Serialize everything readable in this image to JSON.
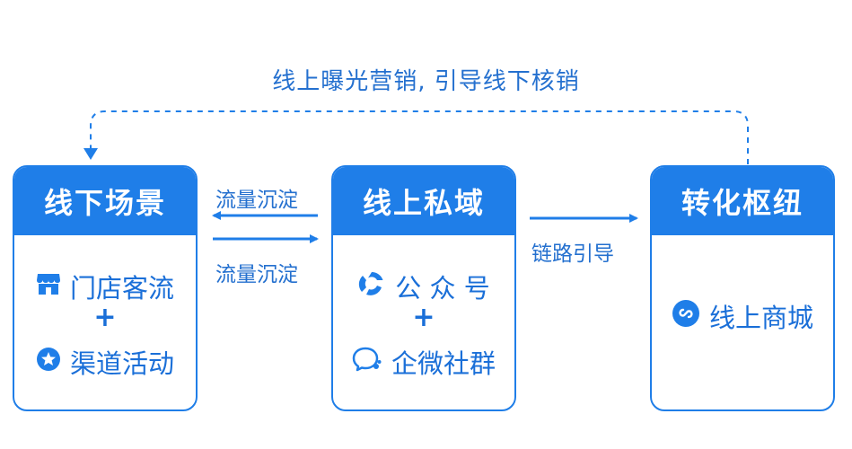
{
  "top_caption": "线上曝光营销, 引导线下核销",
  "flow_labels": {
    "left_to_mid_top": "流量沉淀",
    "left_to_mid_bottom": "流量沉淀",
    "mid_to_right": "链路引导"
  },
  "cards": {
    "offline": {
      "title": "线下场景",
      "items": [
        "门店客流",
        "渠道活动"
      ],
      "plus": "+",
      "icons": [
        "store-icon",
        "star-icon"
      ]
    },
    "private": {
      "title": "线上私域",
      "items": [
        "公 众 号",
        "企微社群"
      ],
      "plus": "+",
      "icons": [
        "wechat-official-account-icon",
        "wecom-chat-icon"
      ]
    },
    "hub": {
      "title": "转化枢纽",
      "items": [
        "线上商城"
      ],
      "icons": [
        "mini-program-link-icon"
      ]
    }
  },
  "colors": {
    "primary": "#1f7ee8",
    "text_blue": "#1a6fd8",
    "background": "#ffffff"
  }
}
